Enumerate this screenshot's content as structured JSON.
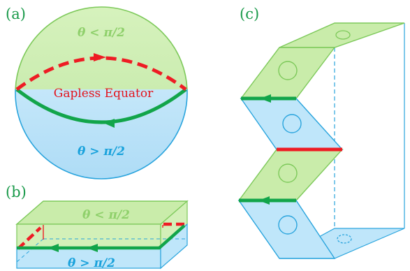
{
  "panels": {
    "a": {
      "label": "(a)",
      "top_region": "θ < π/2",
      "bottom_region": "θ > π/2",
      "equator_label": "Gapless Equator"
    },
    "b": {
      "label": "(b)",
      "top_region": "θ < π/2",
      "bottom_region": "θ > π/2"
    },
    "c": {
      "label": "(c)"
    }
  },
  "colors": {
    "green_face": "#c9ecaa",
    "green_edge": "#7dc95a",
    "blue_face": "#bfe6fa",
    "blue_edge": "#29a4dd",
    "green_line": "#12a54a",
    "red_line": "#ee1c24",
    "panel_label": "#1a9a4a",
    "top_text": "#8fd06b",
    "bottom_text": "#1aa2dc"
  }
}
